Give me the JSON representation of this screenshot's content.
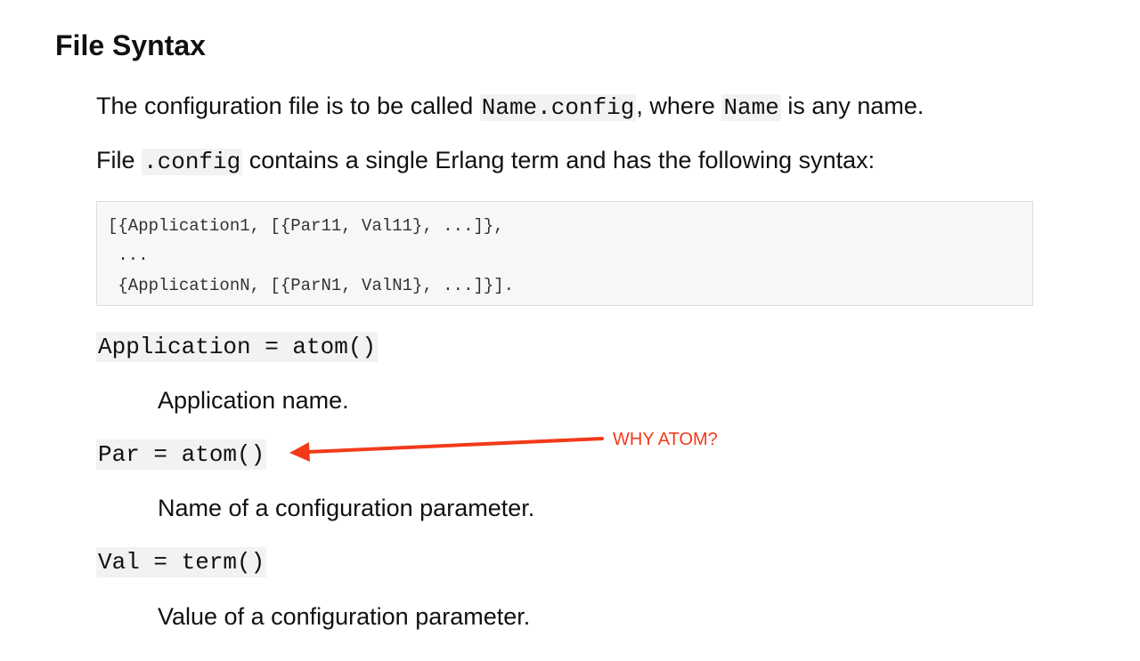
{
  "heading": "File Syntax",
  "para1": {
    "t1": "The configuration file is to be called ",
    "c1": "Name.config",
    "t2": ", where ",
    "c2": "Name",
    "t3": " is any name."
  },
  "para2": {
    "t1": "File ",
    "c1": ".config",
    "t2": " contains a single Erlang term and has the following syntax:"
  },
  "code_block": {
    "lines": [
      "[{Application1, [{Par11, Val11}, ...]},",
      " ...",
      " {ApplicationN, [{ParN1, ValN1}, ...]}]."
    ]
  },
  "terms": [
    {
      "type": "Application = atom()",
      "description": "Application name."
    },
    {
      "type": "Par = atom()",
      "description": "Name of a configuration parameter."
    },
    {
      "type": "Val = term()",
      "description": "Value of a configuration parameter."
    }
  ],
  "annotation": {
    "text": "WHY ATOM?",
    "color": "#f23a1a"
  }
}
